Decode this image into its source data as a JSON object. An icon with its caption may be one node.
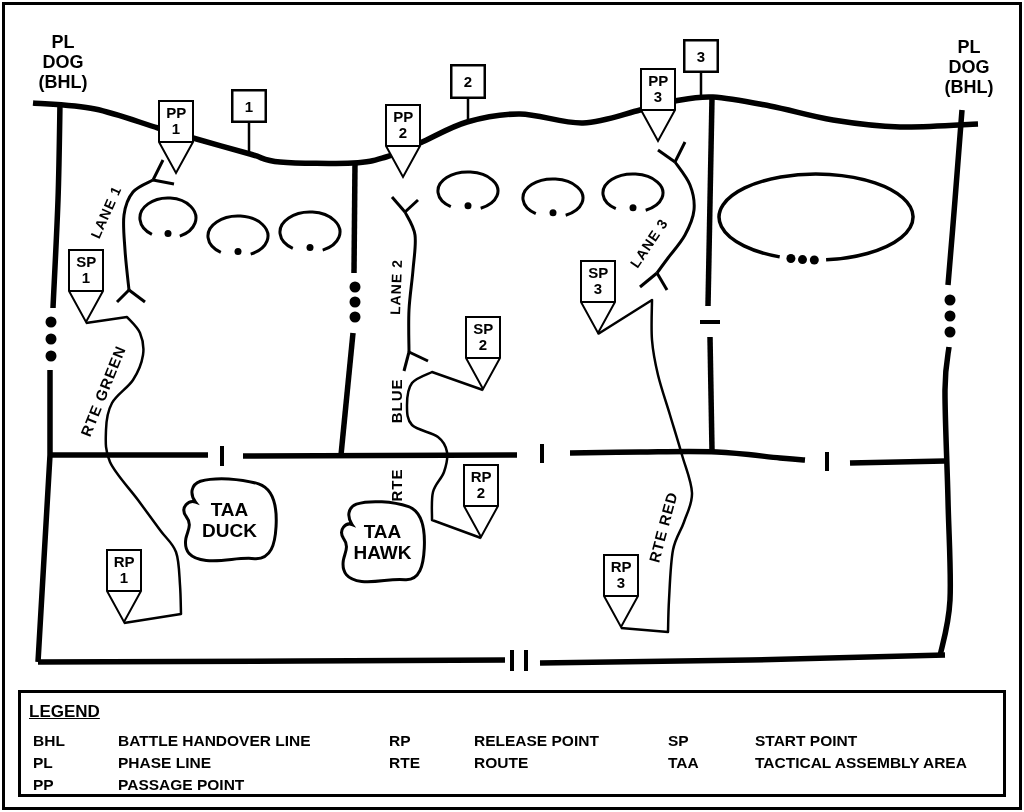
{
  "diagram": {
    "nodes": [
      {
        "text": [
          "PP 1"
        ]
      },
      {
        "text": [
          "1"
        ]
      },
      {
        "text": [
          "PP 2"
        ]
      },
      {
        "text": [
          "2"
        ]
      },
      {
        "text": [
          "PP 3"
        ]
      },
      {
        "text": [
          "3"
        ]
      },
      {
        "text": [
          "SP 1"
        ]
      },
      {
        "text": [
          "SP 2"
        ]
      },
      {
        "text": [
          "SP 3"
        ]
      },
      {
        "text": [
          "RP 1"
        ]
      },
      {
        "text": [
          "TAA DUCK"
        ]
      },
      {
        "text": [
          "TAA HAWK"
        ]
      },
      {
        "text": [
          "RP 2"
        ]
      },
      {
        "text": [
          "RP 3"
        ]
      },
      {
        "text": [],
        "shape": "line",
        "beside": [
          "PL DOG (BHL)",
          "PL DOG (BHL)"
        ]
      }
    ],
    "edges": [
      {
        "from": 6,
        "to": 9,
        "arrow": "none",
        "label": "RTE GREEN"
      },
      {
        "from": 7,
        "to": 12,
        "arrow": "none",
        "label": "RTE BLUE"
      },
      {
        "from": 8,
        "to": 13,
        "arrow": "none",
        "label": "RTE RED"
      },
      {
        "from": 1,
        "to": 14,
        "arrow": "none"
      },
      {
        "from": 3,
        "to": 14,
        "arrow": "none"
      },
      {
        "from": 5,
        "to": 14,
        "arrow": "none"
      }
    ],
    "labels": [
      "LANE 1",
      "LANE 2",
      "LANE 3",
      "LEGEND",
      "BHL",
      "BATTLE HANDOVER LINE",
      "RP",
      "RELEASE POINT",
      "SP",
      "START POINT",
      "PL",
      "PHASE LINE",
      "RTE",
      "ROUTE",
      "TAA",
      "TACTICAL ASSEMBLY AREA",
      "PP",
      "PASSAGE POINT"
    ]
  }
}
